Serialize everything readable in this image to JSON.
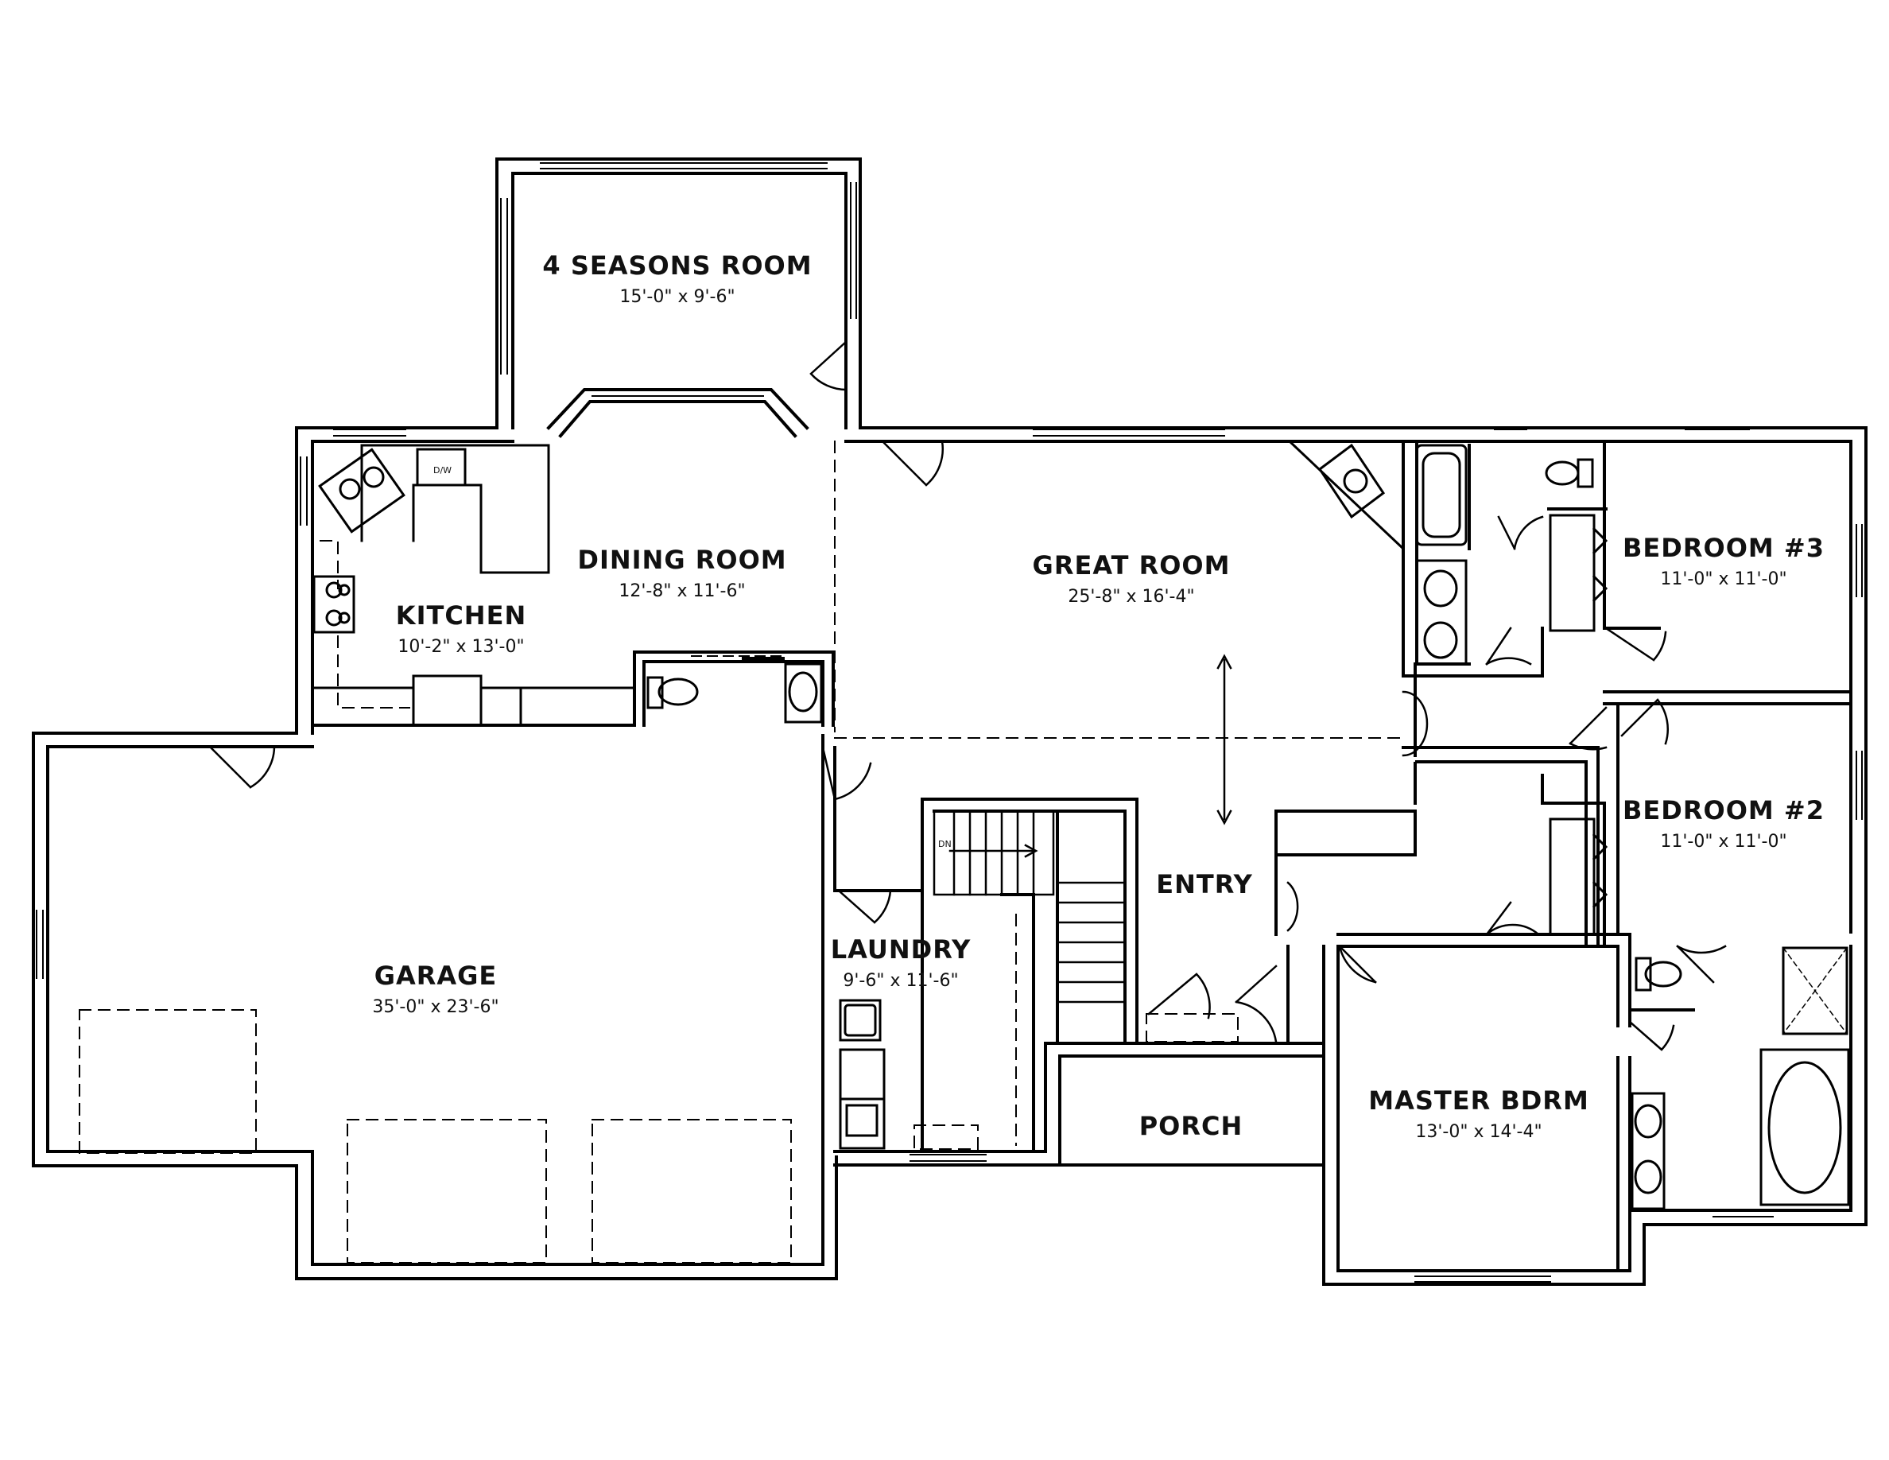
{
  "plan": {
    "line_color": "#000000",
    "background": "#ffffff",
    "rooms": {
      "four_seasons": {
        "name": "4 SEASONS ROOM",
        "dims": "15'-0\" x 9'-6\""
      },
      "dining": {
        "name": "DINING ROOM",
        "dims": "12'-8\" x 11'-6\""
      },
      "kitchen": {
        "name": "KITCHEN",
        "dims": "10'-2\" x 13'-0\""
      },
      "great": {
        "name": "GREAT ROOM",
        "dims": "25'-8\" x 16'-4\""
      },
      "bedroom3": {
        "name": "BEDROOM #3",
        "dims": "11'-0\" x 11'-0\""
      },
      "bedroom2": {
        "name": "BEDROOM #2",
        "dims": "11'-0\" x 11'-0\""
      },
      "entry": {
        "name": "ENTRY"
      },
      "laundry": {
        "name": "LAUNDRY",
        "dims": "9'-6\" x 11'-6\""
      },
      "garage": {
        "name": "GARAGE",
        "dims": "35'-0\" x 23'-6\""
      },
      "porch": {
        "name": "PORCH"
      },
      "master": {
        "name": "MASTER BDRM",
        "dims": "13'-0\" x 14'-4\""
      }
    },
    "labels": {
      "stair": "DN",
      "dishwasher": "D/W"
    },
    "icons": [
      "sink-icon",
      "toilet-icon",
      "bathtub-icon",
      "shower-icon",
      "stove-icon",
      "door-swing-icon",
      "window-icon",
      "stair-arrow-icon"
    ]
  }
}
